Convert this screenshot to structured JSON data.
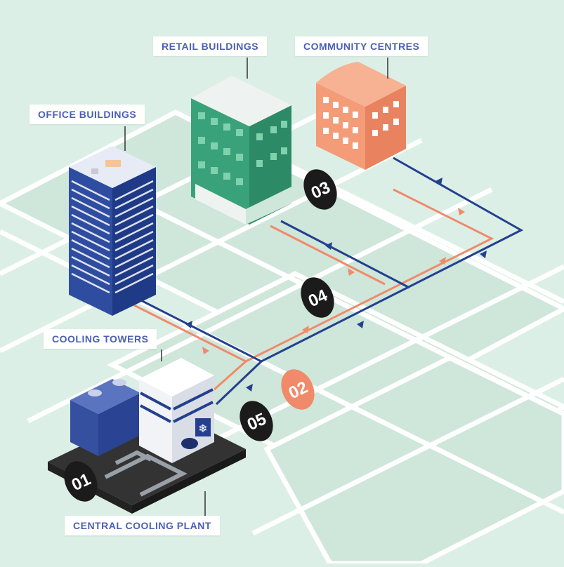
{
  "labels": {
    "retail": "RETAIL BUILDINGS",
    "community": "COMMUNITY CENTRES",
    "office": "OFFICE BUILDINGS",
    "cooling_towers": "COOLING TOWERS",
    "plant": "CENTRAL COOLING PLANT"
  },
  "steps": {
    "s01": "01",
    "s02": "02",
    "s03": "03",
    "s04": "04",
    "s05": "05"
  },
  "colors": {
    "background": "#dcefe6",
    "grid_tile": "#cfe6da",
    "supply_pipe": "#f08a6a",
    "return_pipe": "#23408e",
    "label_text": "#4a5fb5",
    "badge_dark": "#1b1b1b",
    "badge_accent": "#f08a6a",
    "retail_building": "#3aa27a",
    "community_building": "#f49b78",
    "office_building": "#2f4da0"
  },
  "icons": [
    "snowflake-icon",
    "arrow-icon"
  ]
}
